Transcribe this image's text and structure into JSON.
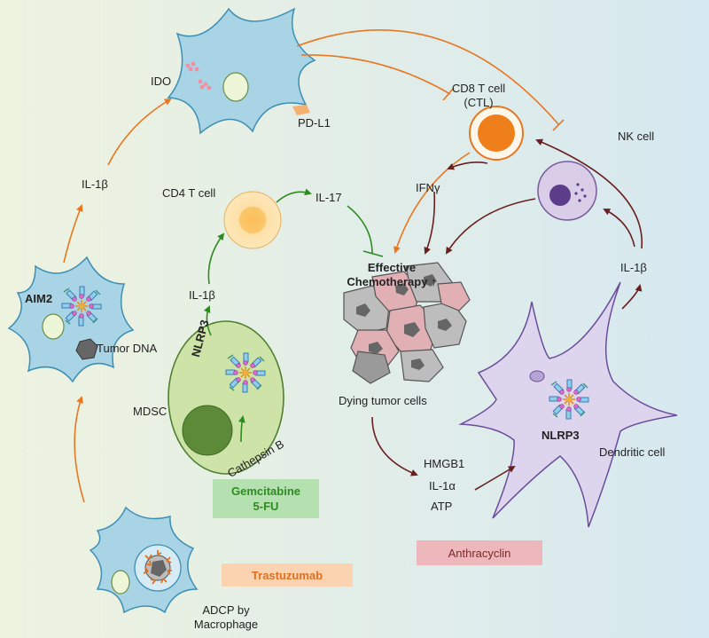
{
  "labels": {
    "ido": "IDO",
    "pd_l1": "PD-L1",
    "cd8_t_cell_line1": "CD8 T cell",
    "cd8_t_cell_line2": "(CTL)",
    "nk_cell": "NK cell",
    "il1b_left": "IL-1β",
    "cd4_t_cell": "CD4 T cell",
    "il17": "IL-17",
    "ifn_gamma": "IFNγ",
    "effective_chemo_line1": "Effective",
    "effective_chemo_line2": "Chemotherapy ↑",
    "aim2": "AIM2",
    "tumor_dna": "Tumor DNA",
    "il1b_mid": "IL-1β",
    "il1b_right": "IL-1β",
    "nlrp3_mdsc": "NLRP3",
    "mdsc": "MDSC",
    "cathepsin_b": "Cathepsin B",
    "dying_tumor_cells": "Dying tumor cells",
    "hmgb1": "HMGB1",
    "il1a": "IL-1α",
    "atp": "ATP",
    "nlrp3_dc": "NLRP3",
    "dendritic_cell": "Dendritic cell",
    "adcp_line1": "ADCP by",
    "adcp_line2": "Macrophage"
  },
  "drugs": {
    "gemcitabine_line1": "Gemcitabine",
    "gemcitabine_line2": "5-FU",
    "trastuzumab": "Trastuzumab",
    "anthracyclin": "Anthracyclin"
  },
  "colors": {
    "orange_arrow": "#e87722",
    "green_arrow": "#2e8b22",
    "brown_arrow": "#6b1f1f",
    "macrophage_fill": "#a8d4e6",
    "gemcitabine_box": "#b5e0b0",
    "trastuzumab_box": "#fbd3b0",
    "anthracyclin_box": "#eeb7bb"
  }
}
